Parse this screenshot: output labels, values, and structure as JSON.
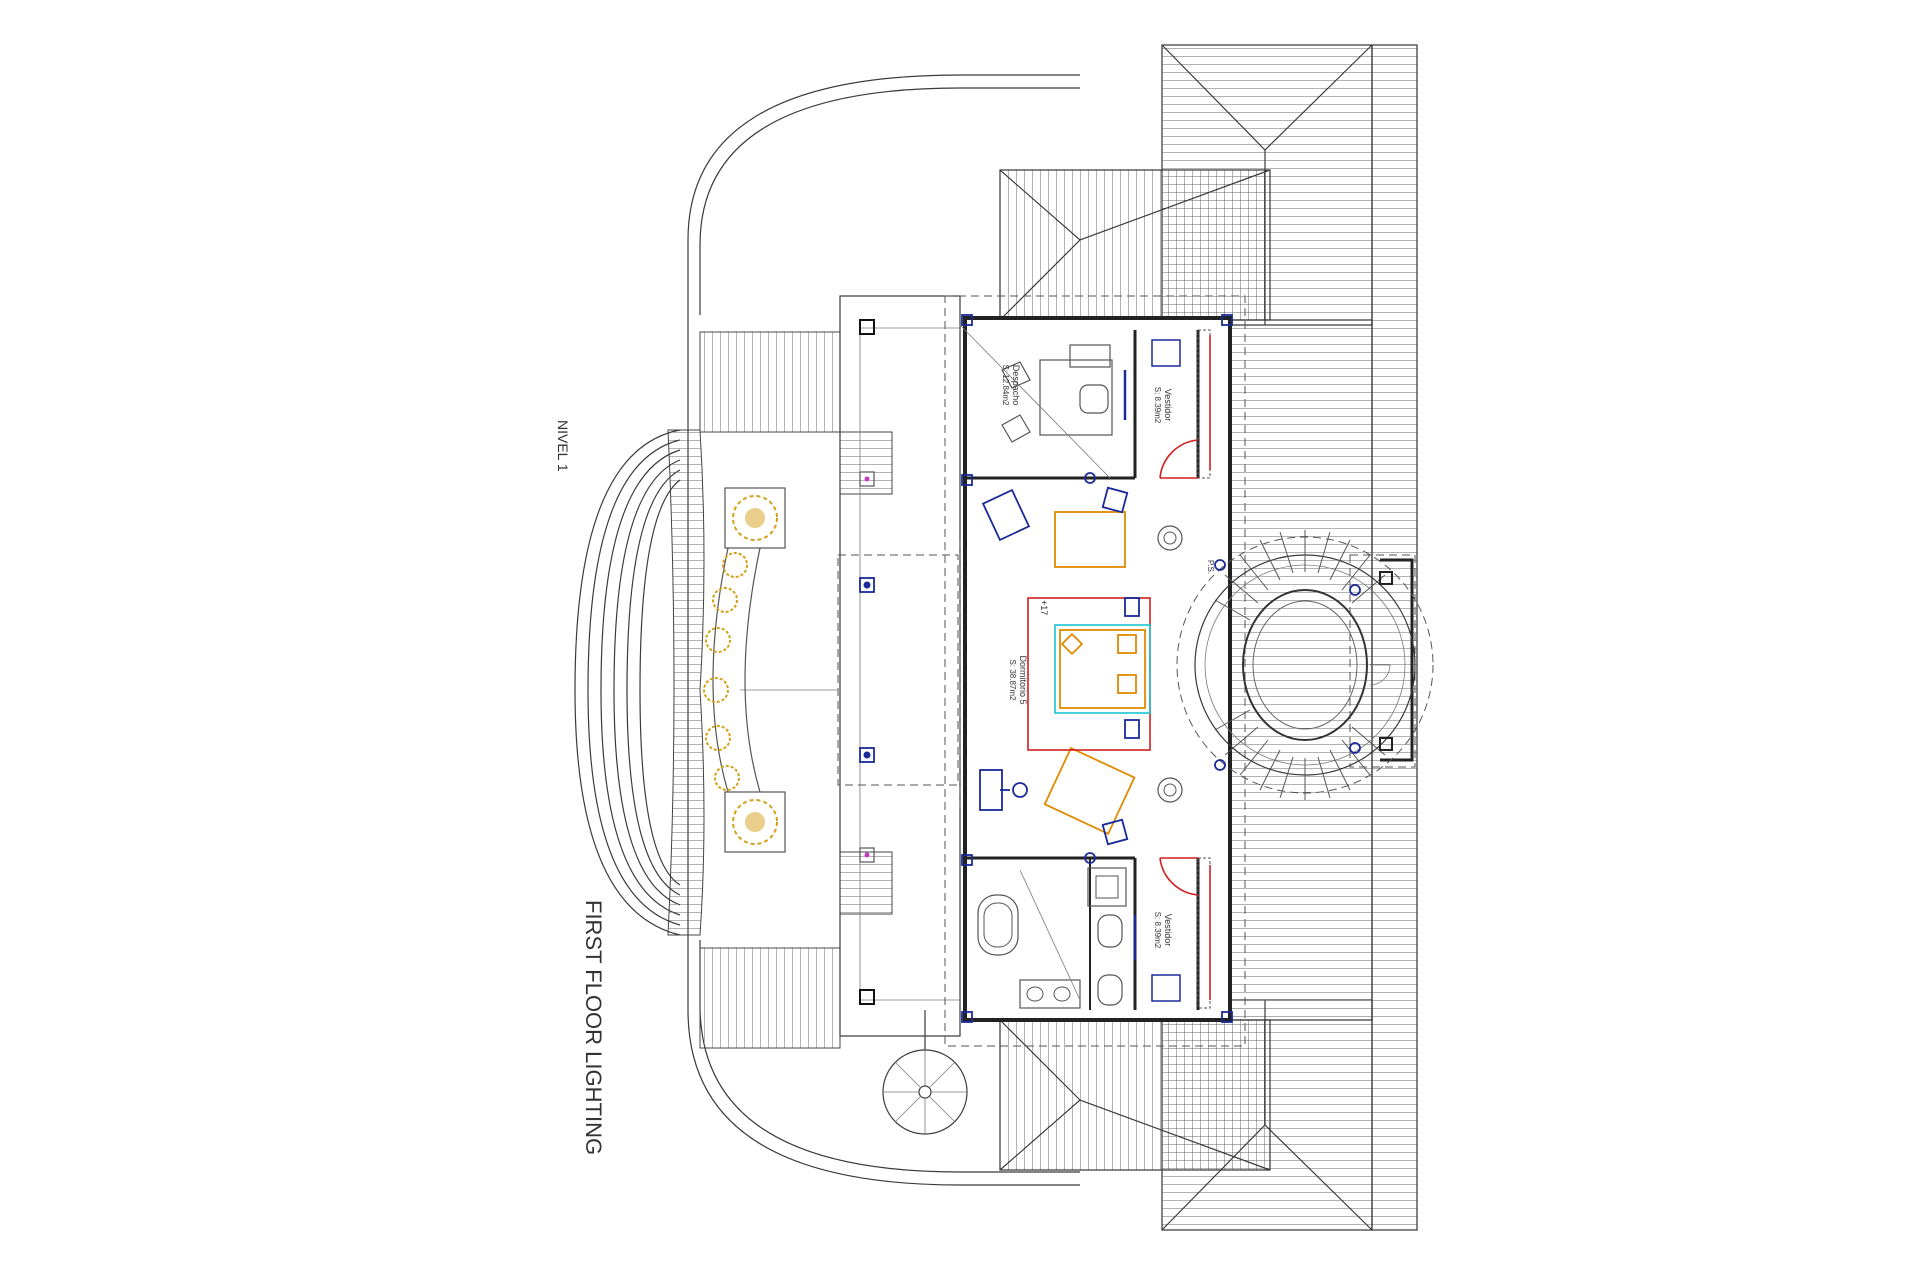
{
  "drawing": {
    "title": "FIRST FLOOR LIGHTING",
    "level_label": "NIVEL 1"
  },
  "rooms": {
    "despacho": {
      "name": "Despacho",
      "area": "S: 12.84m2"
    },
    "vestidor_top": {
      "name": "Vestidor",
      "area": "S: 8.39m2"
    },
    "dormitorio": {
      "name": "Dormitorio 5",
      "area": "S: 38.87m2"
    },
    "vestidor_bottom": {
      "name": "Vestidor",
      "area": "S: 8.39m2"
    }
  },
  "annotations": {
    "level_mark": "+17",
    "stair_mark": "P.S."
  },
  "colors": {
    "line": "#3a3a3a",
    "lighting_blue": "#1a2a9a",
    "furniture_orange": "#e08a00",
    "door_red": "#d21f1f",
    "rug_cyan": "#19c4d0",
    "planter_gold": "#d4a017"
  }
}
